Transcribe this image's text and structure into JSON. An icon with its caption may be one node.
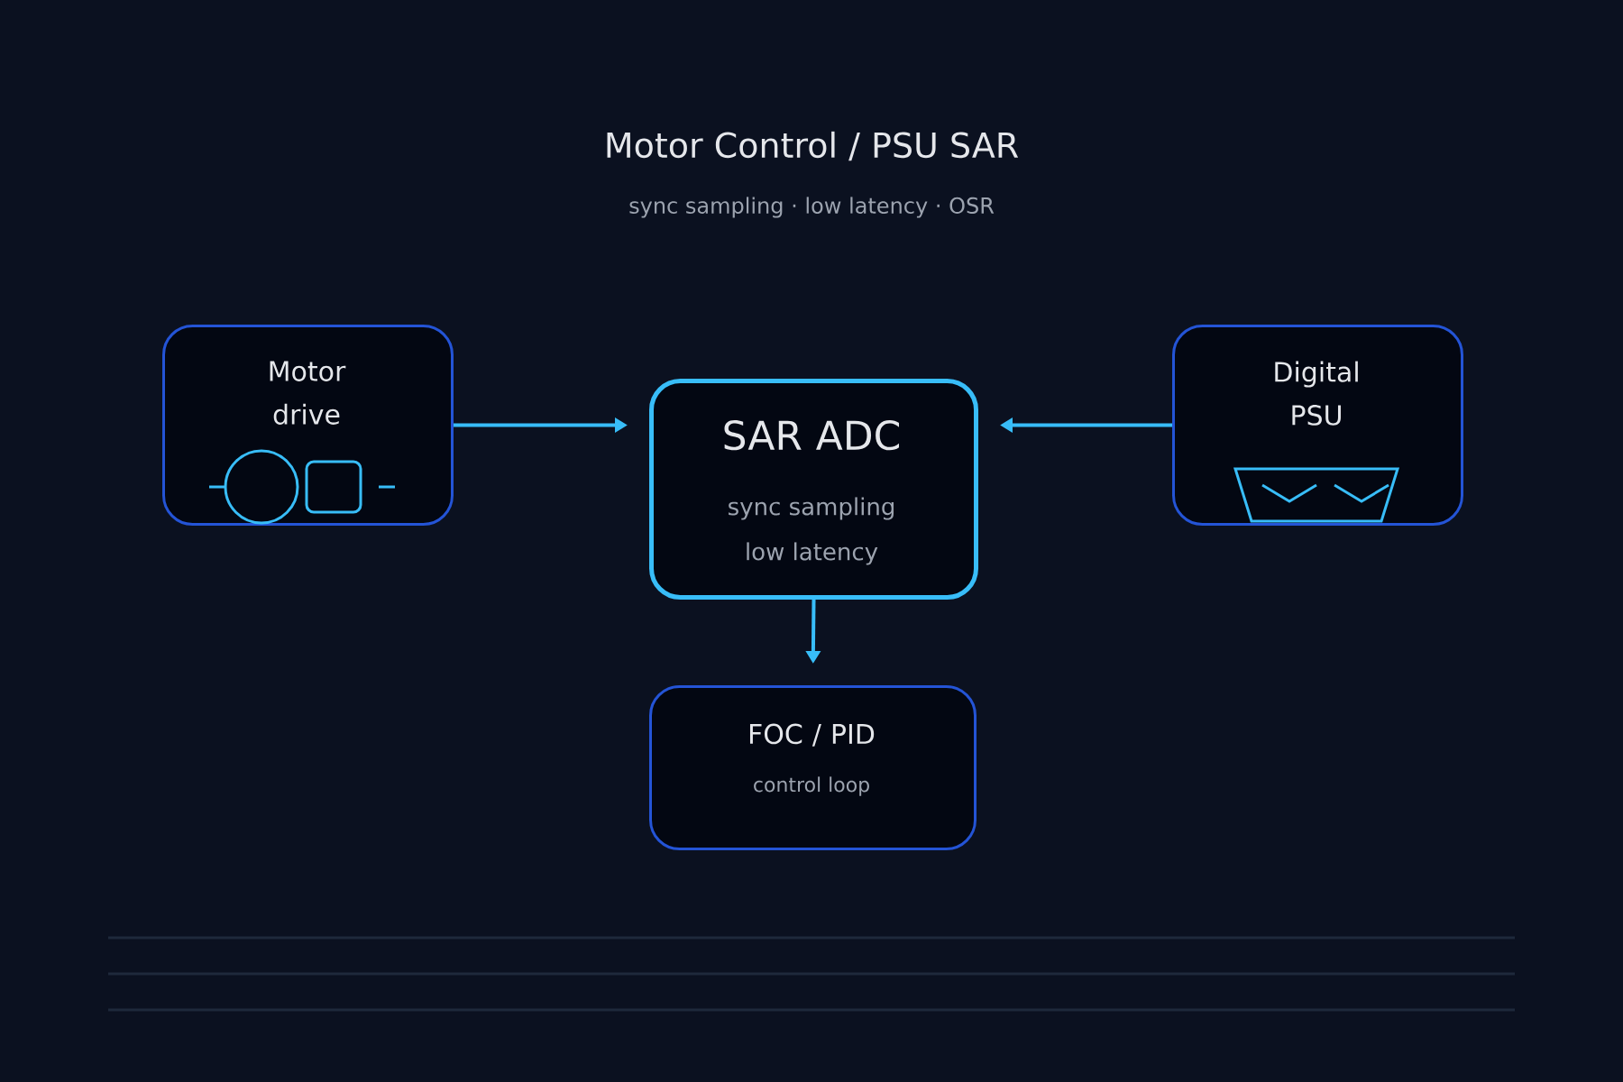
{
  "diagram": {
    "title": "Motor Control / PSU SAR",
    "nodes": [
      {
        "text": [
          "Motor drive"
        ]
      },
      {
        "text": [
          "SAR ADC",
          "sync sampling",
          "low latency"
        ]
      },
      {
        "text": [
          "Digital PSU"
        ]
      },
      {
        "text": [
          "FOC / PID",
          "control loop"
        ]
      }
    ],
    "edges": [
      {
        "from": 0,
        "to": 1,
        "arrow": "to"
      },
      {
        "from": 2,
        "to": 1,
        "arrow": "to"
      },
      {
        "from": 1,
        "to": 3,
        "arrow": "to"
      }
    ],
    "labels": [
      "sync sampling · low latency · OSR"
    ]
  }
}
